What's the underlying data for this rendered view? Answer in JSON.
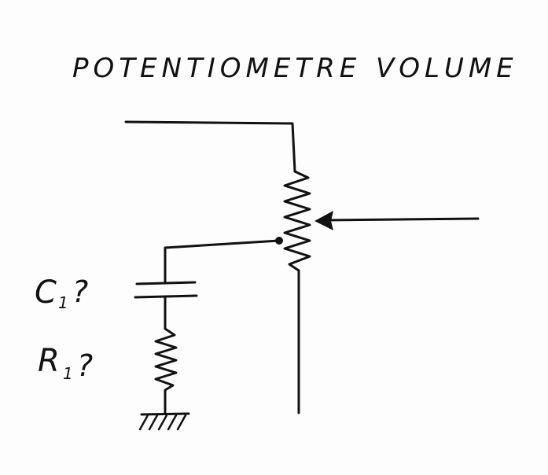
{
  "title": {
    "word1": "POTENTIOMETRE",
    "word2": "VOLUME"
  },
  "labels": {
    "capacitor": {
      "letter": "C",
      "subscript": "1",
      "mark": "?"
    },
    "resistor": {
      "letter": "R",
      "subscript": "1",
      "mark": "?"
    }
  },
  "components": {
    "potentiometer": "potentiometer",
    "wiper": "arrow",
    "capacitor": "capacitor",
    "resistor": "resistor",
    "ground": "ground"
  }
}
